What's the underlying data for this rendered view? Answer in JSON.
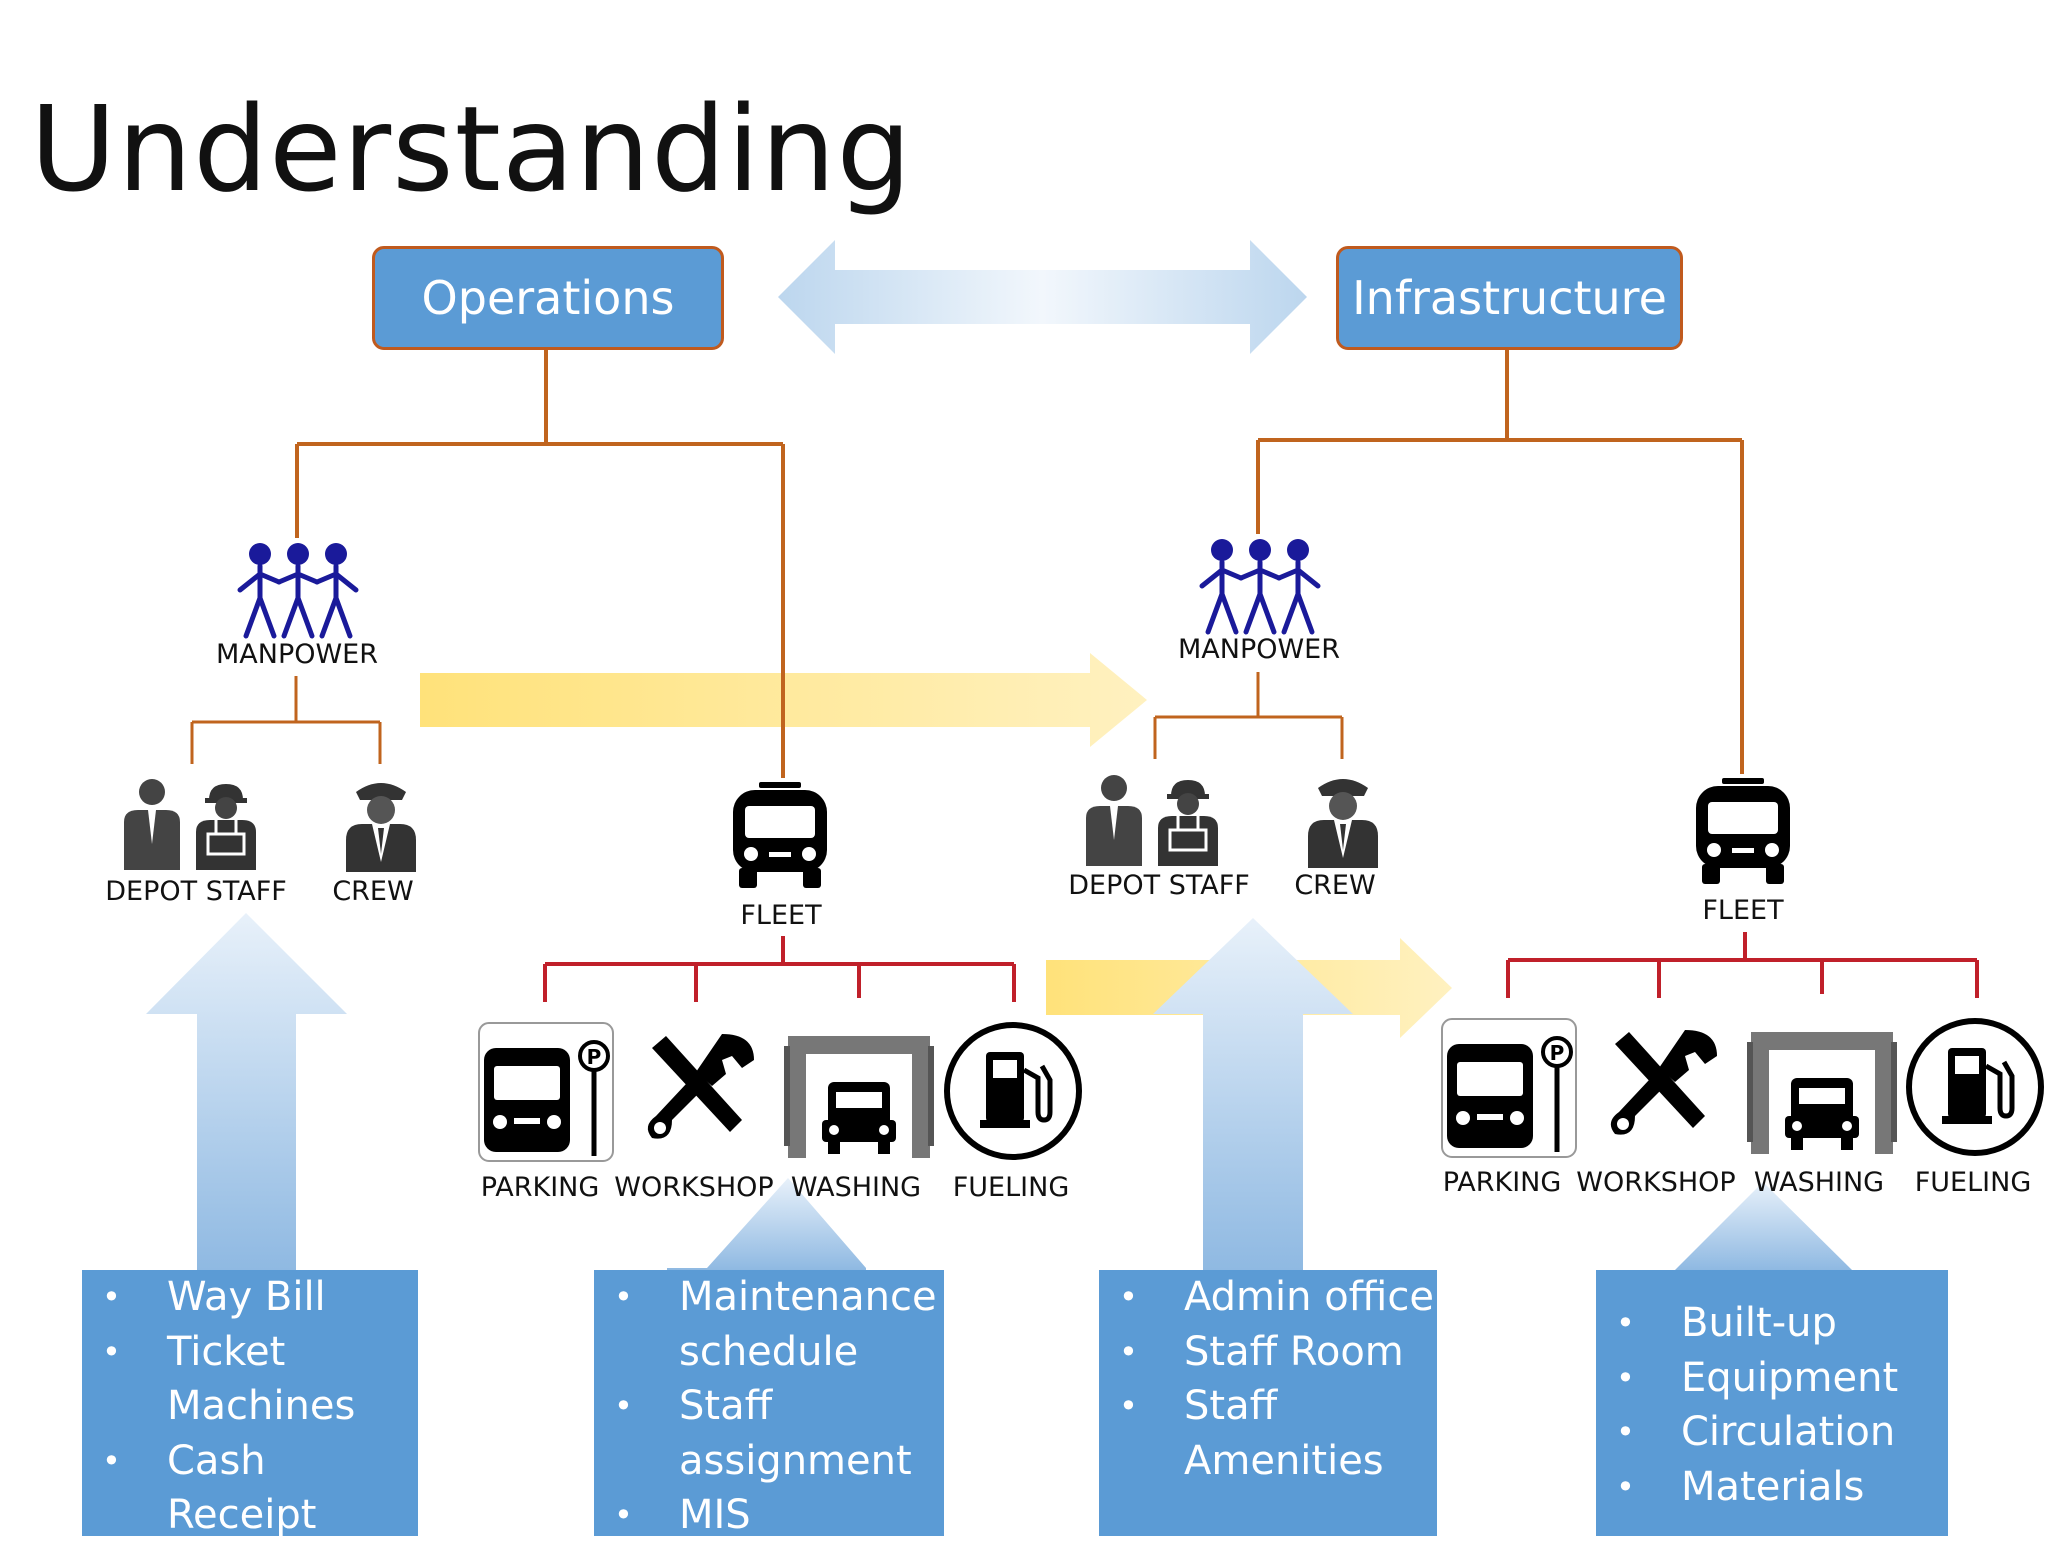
{
  "title": "Understanding",
  "top": {
    "operations": "Operations",
    "infrastructure": "Infrastructure"
  },
  "groups": {
    "left": {
      "manpower": "MANPOWER",
      "depot_staff": "DEPOT STAFF",
      "crew": "CREW",
      "fleet": "FLEET",
      "facilities": [
        "PARKING",
        "WORKSHOP",
        "WASHING",
        "FUELING"
      ]
    },
    "right": {
      "manpower": "MANPOWER",
      "depot_staff": "DEPOT STAFF",
      "crew": "CREW",
      "fleet": "FLEET",
      "facilities": [
        "PARKING",
        "WORKSHOP",
        "WASHING",
        "FUELING"
      ]
    }
  },
  "notes": [
    [
      "Way Bill",
      "Ticket Machines",
      "Cash Receipt"
    ],
    [
      "Maintenance schedule",
      "Staff assignment",
      "MIS"
    ],
    [
      "Admin office",
      "Staff Room",
      "Staff Amenities"
    ],
    [
      "Built-up",
      "Equipment",
      "Circulation",
      "Materials"
    ]
  ],
  "colors": {
    "box_fill": "#5b9bd5",
    "box_border": "#c05a1e",
    "connector_orange": "#c0641e",
    "connector_red": "#c0202a",
    "manpower_icon": "#1a1a9a",
    "yellow_arrow": "#ffd966",
    "blue_arrow": "#9dc3e6"
  },
  "icons": [
    "manpower-icon",
    "depot-staff-icon",
    "crew-icon",
    "bus-icon",
    "parking-icon",
    "workshop-icon",
    "washing-icon",
    "fueling-icon"
  ]
}
